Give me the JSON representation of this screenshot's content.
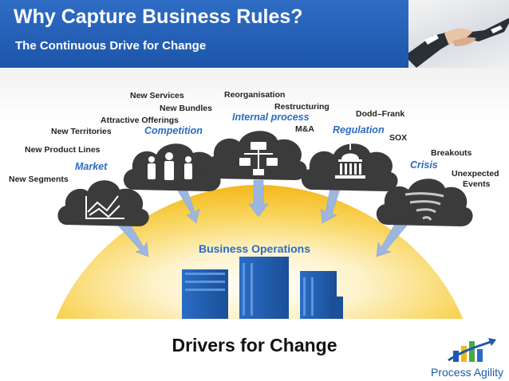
{
  "header": {
    "title": "Why Capture Business Rules?",
    "subtitle": "The Continuous Drive for Change"
  },
  "categories": {
    "market": "Market",
    "competition": "Competition",
    "internal": "Internal process",
    "regulation": "Regulation",
    "crisis": "Crisis"
  },
  "labels": {
    "new_services": "New Services",
    "new_bundles": "New Bundles",
    "attractive_offerings": "Attractive Offerings",
    "new_territories": "New Territories",
    "new_product_lines": "New Product Lines",
    "new_segments": "New Segments",
    "reorganisation": "Reorganisation",
    "restructuring": "Restructuring",
    "ma": "M&A",
    "dodd_frank": "Dodd–Frank",
    "sox": "SOX",
    "breakouts": "Breakouts",
    "unexpected": "Unexpected",
    "events": "Events"
  },
  "center": {
    "business_operations": "Business Operations"
  },
  "footer": {
    "title": "Drivers for Change",
    "brand": "Process Agility"
  },
  "colors": {
    "header_blue": "#1d56aa",
    "accent_blue": "#2a6cc4",
    "cloud_gray": "#3b3b3b",
    "dome_yellow": "#f7c52a",
    "arrow_blue": "#9db6e0"
  }
}
